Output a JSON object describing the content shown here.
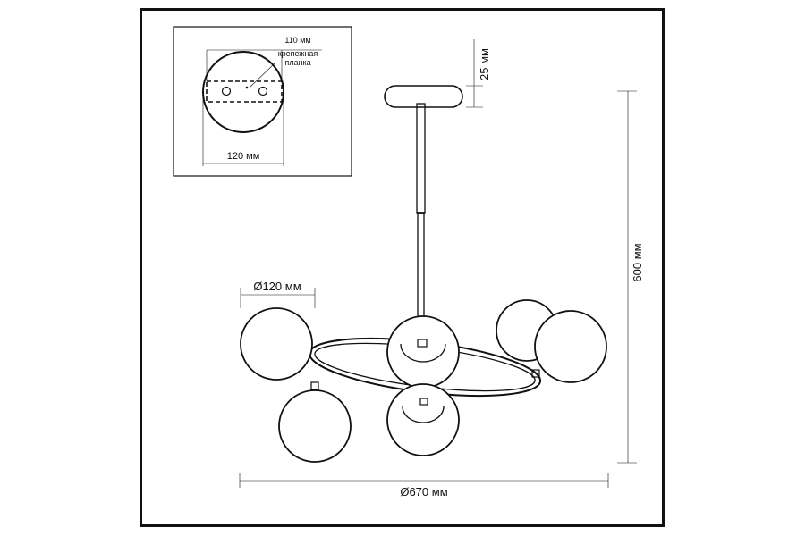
{
  "inset": {
    "plate_width_label": "110 мм",
    "plate_name_line1": "крепежная",
    "plate_name_line2": "планка",
    "canopy_diameter_label": "120 мм"
  },
  "dimensions": {
    "canopy_height": "25 мм",
    "total_height": "600 мм",
    "shade_diameter": "Ø120 мм",
    "total_diameter": "Ø670 мм"
  },
  "colors": {
    "line": "#111111",
    "frame": "#111111",
    "background": "#ffffff"
  }
}
